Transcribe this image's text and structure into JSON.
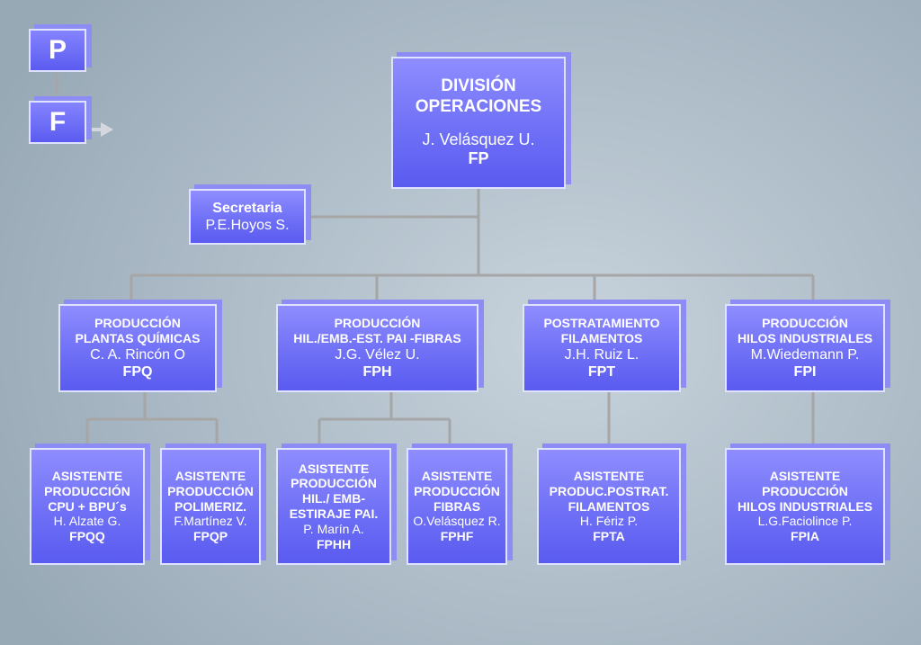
{
  "legend": {
    "p_label": "P",
    "f_label": "F"
  },
  "top": {
    "title_line1": "DIVISIÓN",
    "title_line2": "OPERACIONES",
    "name": "J. Velásquez U.",
    "code": "FP"
  },
  "secretary": {
    "title": "Secretaria",
    "name": "P.E.Hoyos S."
  },
  "level2": [
    {
      "line1": "PRODUCCIÓN",
      "line2": "PLANTAS QUÍMICAS",
      "name": "C. A. Rincón O",
      "code": "FPQ"
    },
    {
      "line1": "PRODUCCIÓN",
      "line2": "HIL./EMB.-EST. PAI -FIBRAS",
      "name": "J.G. Vélez U.",
      "code": "FPH"
    },
    {
      "line1": "POSTRATAMIENTO",
      "line2": "FILAMENTOS",
      "name": "J.H. Ruiz L.",
      "code": "FPT"
    },
    {
      "line1": "PRODUCCIÓN",
      "line2": "HILOS INDUSTRIALES",
      "name": "M.Wiedemann P.",
      "code": "FPI"
    }
  ],
  "level3": [
    {
      "lines": [
        "ASISTENTE",
        "PRODUCCIÓN",
        "CPU + BPU´s"
      ],
      "name": "H. Alzate G.",
      "code": "FPQQ"
    },
    {
      "lines": [
        "ASISTENTE",
        "PRODUCCIÓN",
        "POLIMERIZ."
      ],
      "name": "F.Martínez V.",
      "code": "FPQP"
    },
    {
      "lines": [
        "ASISTENTE",
        "PRODUCCIÓN",
        "HIL./ EMB-",
        "ESTIRAJE  PAI."
      ],
      "name": "P. Marín  A.",
      "code": "FPHH"
    },
    {
      "lines": [
        "ASISTENTE",
        "PRODUCCIÓN",
        "FIBRAS"
      ],
      "name": "O.Velásquez R.",
      "code": "FPHF"
    },
    {
      "lines": [
        "ASISTENTE",
        "PRODUC.POSTRAT.",
        "FILAMENTOS"
      ],
      "name": "H. Fériz P.",
      "code": "FPTA"
    },
    {
      "lines": [
        "ASISTENTE",
        "PRODUCCIÓN",
        "HILOS INDUSTRIALES"
      ],
      "name": "L.G.Faciolince P.",
      "code": "FPIA"
    }
  ]
}
